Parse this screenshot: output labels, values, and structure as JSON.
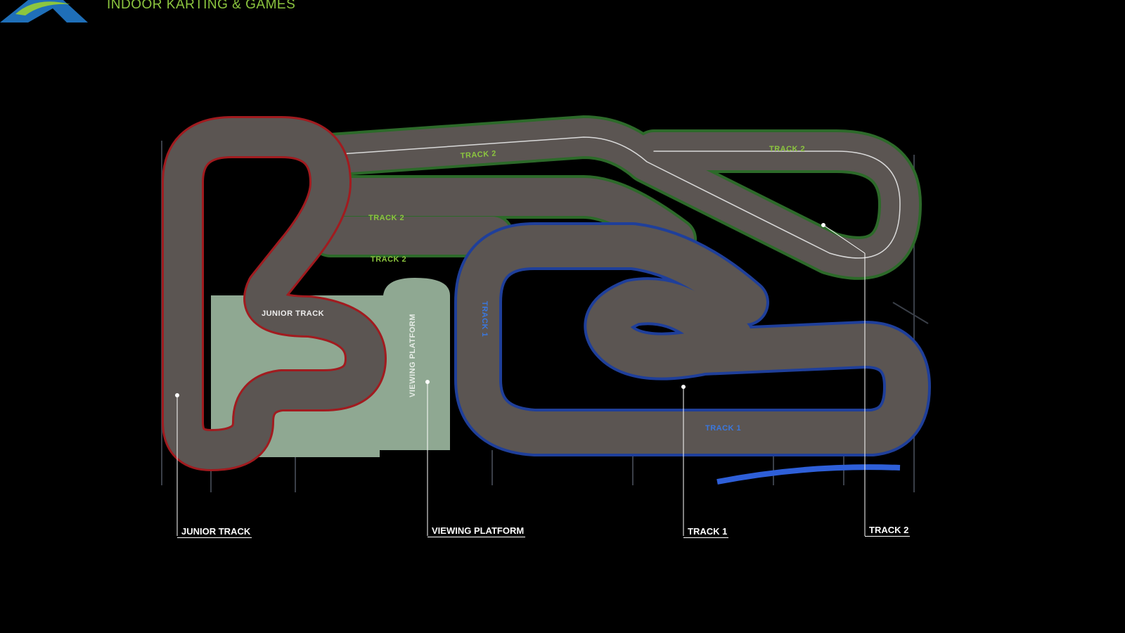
{
  "header": {
    "logo_icon": "a-swoosh-logo",
    "tagline": "INDOOR KARTING & GAMES"
  },
  "colors": {
    "track2_accent": "#8cc63f",
    "track1_accent": "#2e5fd8",
    "junior_accent": "#d8262b",
    "platform": "#8fa892",
    "asphalt": "#5b5552"
  },
  "track_labels": {
    "track2_a": "TRACK 2",
    "track2_b": "TRACK 2",
    "track2_c": "TRACK 2",
    "track2_d": "TRACK 2",
    "track1_a": "TRACK 1",
    "track1_b": "TRACK 1",
    "junior": "JUNIOR TRACK",
    "platform": "VIEWING PLATFORM"
  },
  "callouts": {
    "junior": "JUNIOR TRACK",
    "platform": "VIEWING PLATFORM",
    "track1": "TRACK 1",
    "track2": "TRACK 2"
  }
}
